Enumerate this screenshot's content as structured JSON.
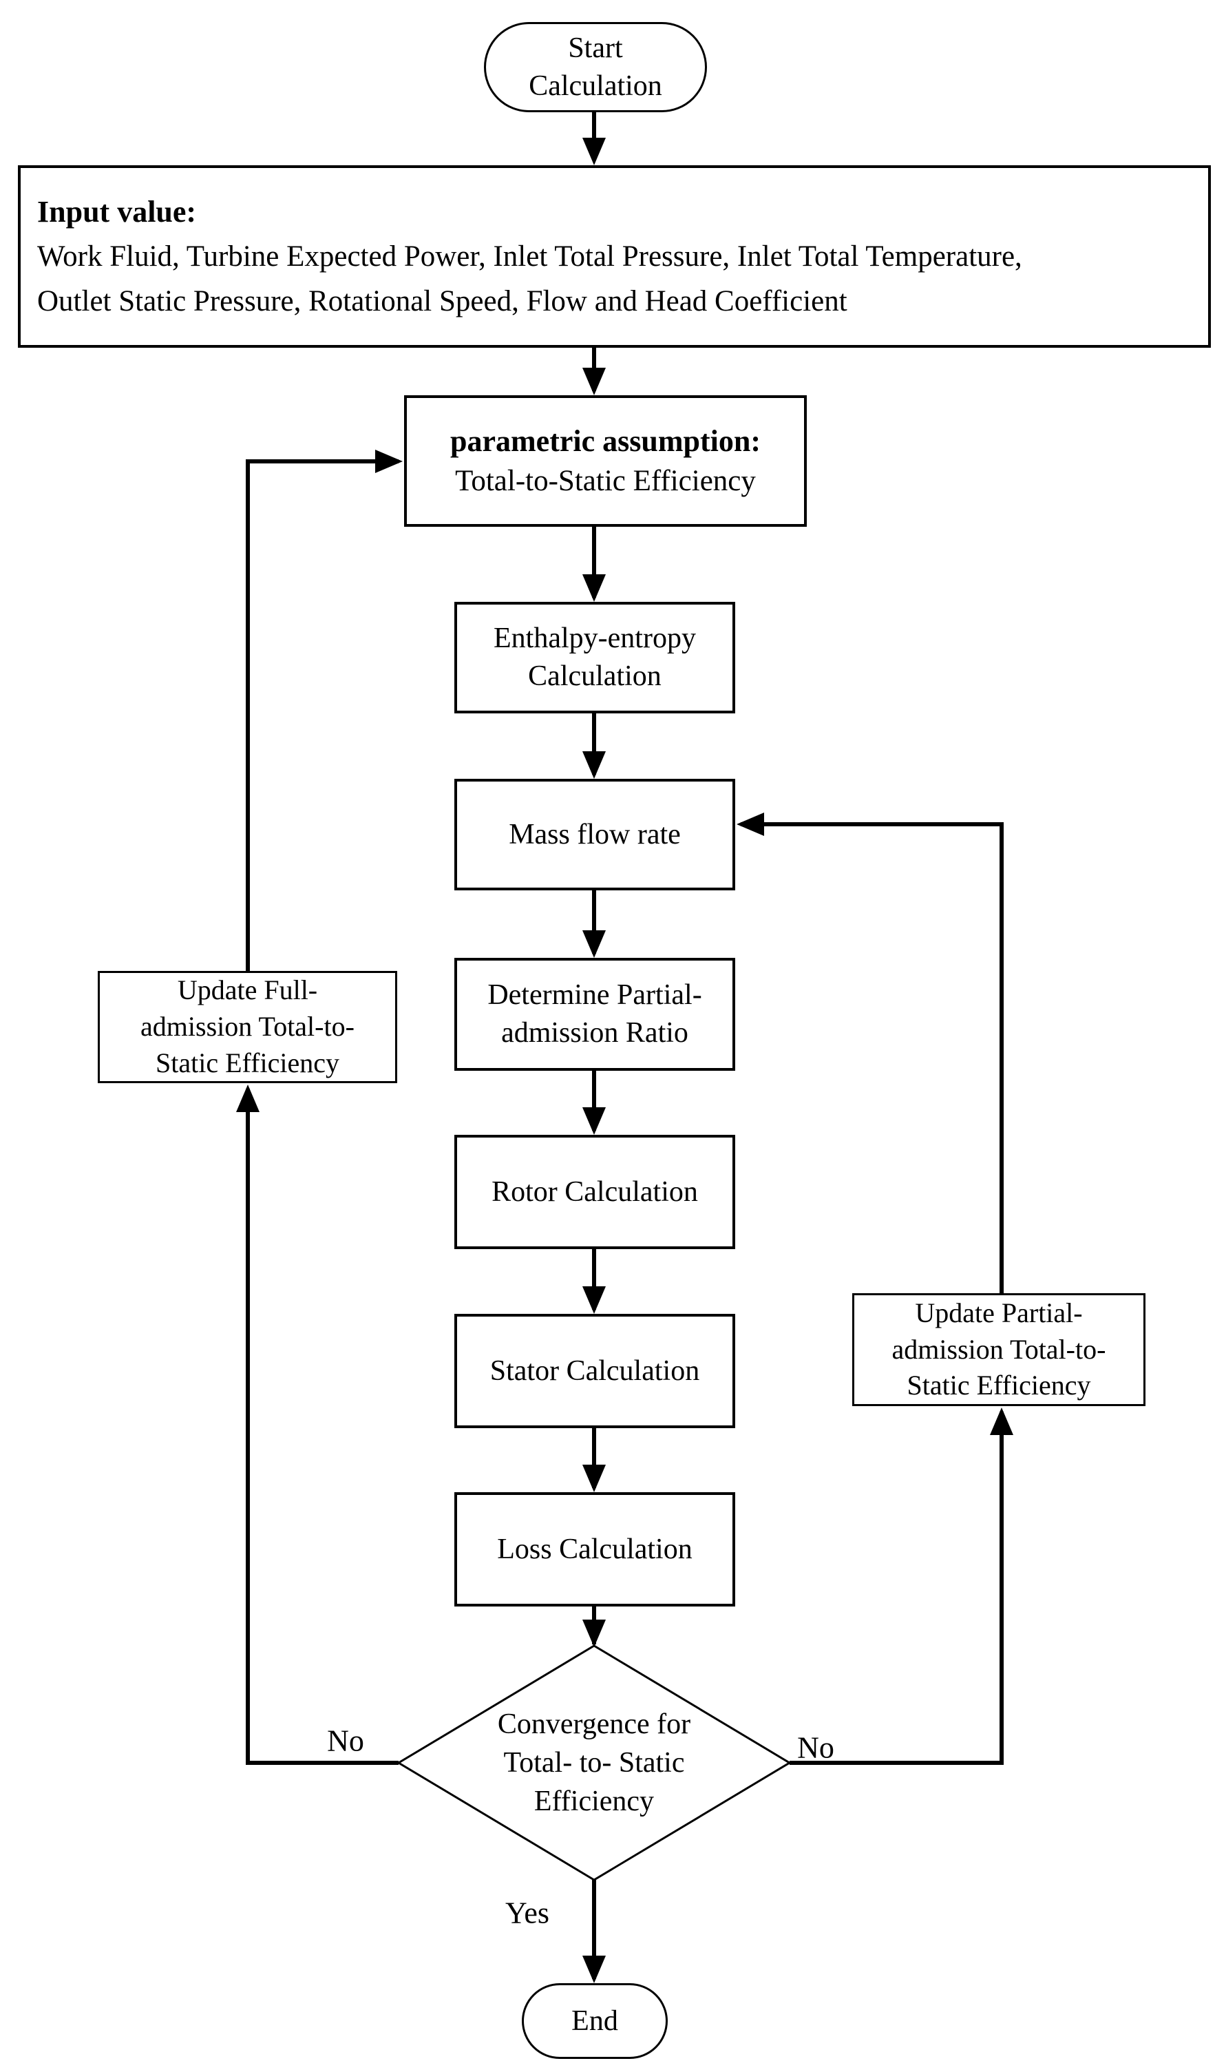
{
  "figure": {
    "background_color": "#ffffff",
    "line_color": "#000000",
    "description": "Flowchart of a turbine preliminary design iterative calculation procedure"
  },
  "nodes": {
    "start": {
      "type": "terminator",
      "label": "Start\nCalculation"
    },
    "input": {
      "type": "process",
      "title": "Input value:",
      "body": "Work Fluid, Turbine Expected Power, Inlet Total Pressure, Inlet Total Temperature,\nOutlet Static Pressure, Rotational Speed, Flow and Head Coefficient"
    },
    "parametric_assumption": {
      "type": "process",
      "title": "parametric assumption:",
      "subtitle": "Total-to-Static Efficiency"
    },
    "enthalpy_entropy": {
      "type": "process",
      "label": "Enthalpy-entropy\nCalculation"
    },
    "mass_flow_rate": {
      "type": "process",
      "label": "Mass flow rate"
    },
    "partial_admission_ratio": {
      "type": "process",
      "label": "Determine Partial-\nadmission Ratio"
    },
    "rotor_calculation": {
      "type": "process",
      "label": "Rotor Calculation"
    },
    "stator_calculation": {
      "type": "process",
      "label": "Stator Calculation"
    },
    "loss_calculation": {
      "type": "process",
      "label": "Loss Calculation"
    },
    "convergence_decision": {
      "type": "decision",
      "label": "Convergence for\nTotal- to- Static\nEfficiency"
    },
    "update_full_admission": {
      "type": "process",
      "label": "Update Full-\nadmission Total-to-\nStatic Efficiency"
    },
    "update_partial_admission": {
      "type": "process",
      "label": "Update Partial-\nadmission Total-to-\nStatic Efficiency"
    },
    "end": {
      "type": "terminator",
      "label": "End"
    }
  },
  "edge_labels": {
    "no_left": "No",
    "no_right": "No",
    "yes": "Yes"
  }
}
